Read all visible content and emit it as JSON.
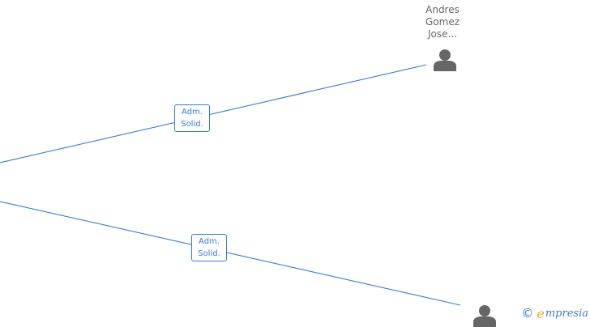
{
  "colors": {
    "edge": "#3a7bd5",
    "node_text": "#666666",
    "icon": "#666666",
    "brand_accent": "#f0a030"
  },
  "nodes": [
    {
      "id": "person-top",
      "name_lines": [
        "Andres",
        "Gomez",
        "Jose..."
      ],
      "icon": "person-icon"
    },
    {
      "id": "person-bottom",
      "name_lines": [],
      "icon": "person-icon"
    }
  ],
  "edges": [
    {
      "id": "edge-top",
      "label_lines": [
        "Adm.",
        "Solid."
      ]
    },
    {
      "id": "edge-bottom",
      "label_lines": [
        "Adm.",
        "Solid."
      ]
    }
  ],
  "watermark": {
    "copyright_symbol": "©",
    "brand_first_letter": "e",
    "brand_rest": "mpresia"
  }
}
